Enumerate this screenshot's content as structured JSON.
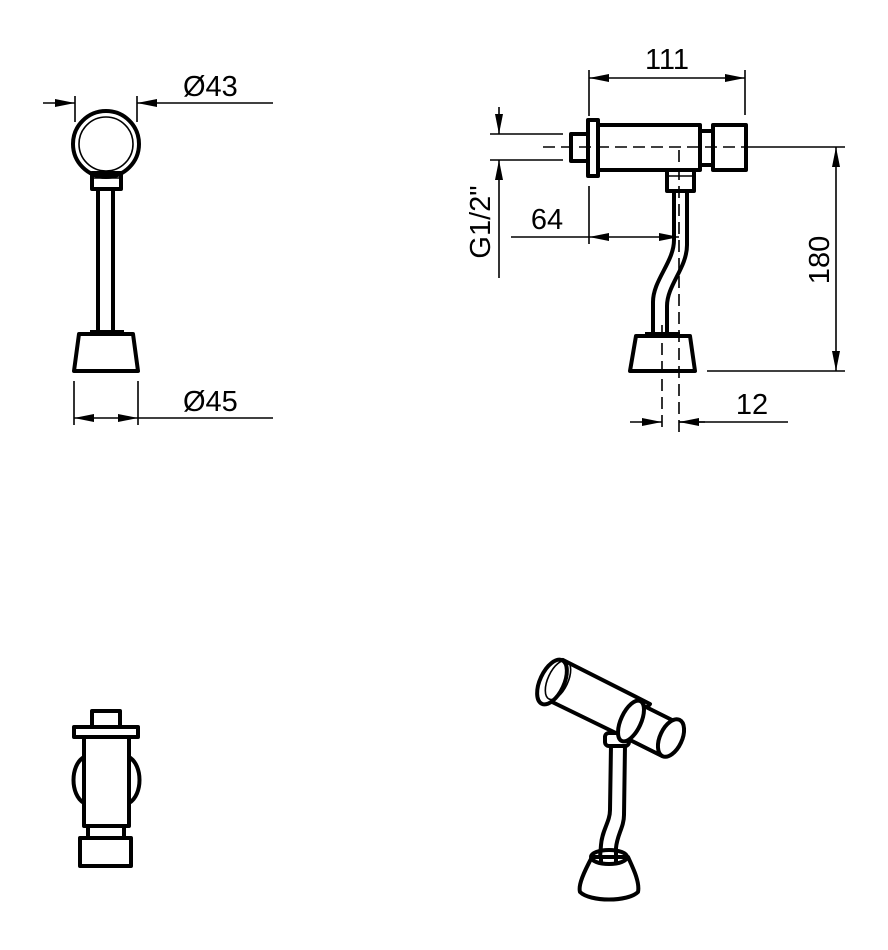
{
  "drawing": {
    "views": [
      "front-view",
      "side-view",
      "top-view",
      "isometric-view"
    ],
    "dimensions": {
      "head_diameter": "Ø43",
      "base_diameter": "Ø45",
      "body_length": "111",
      "inlet_offset": "64",
      "height": "180",
      "base_offset": "12",
      "thread": "G1/2\""
    },
    "line_color": "#000000",
    "background": "#ffffff"
  }
}
